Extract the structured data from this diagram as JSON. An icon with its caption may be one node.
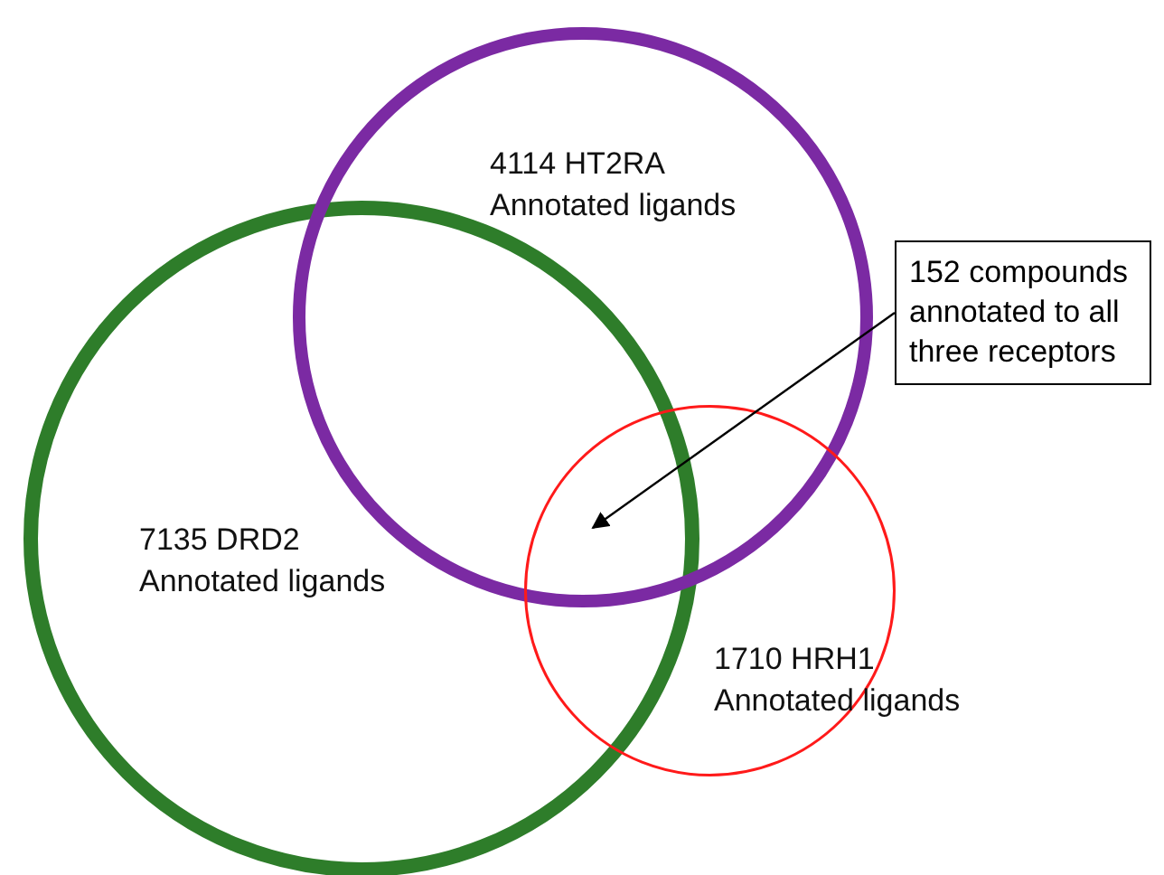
{
  "diagram": {
    "nodes": [
      {
        "text": [
          "4114 HT2RA Annotated ligands"
        ]
      },
      {
        "text": [
          "152 compounds annotated to all three receptors"
        ]
      },
      {
        "text": [
          "7135 DRD2 Annotated ligands"
        ]
      },
      {
        "text": [
          "1710 HRH1 Annotated ligands"
        ]
      }
    ],
    "edges": [
      {
        "from": 1,
        "to": 3,
        "arrow": "to"
      }
    ]
  }
}
